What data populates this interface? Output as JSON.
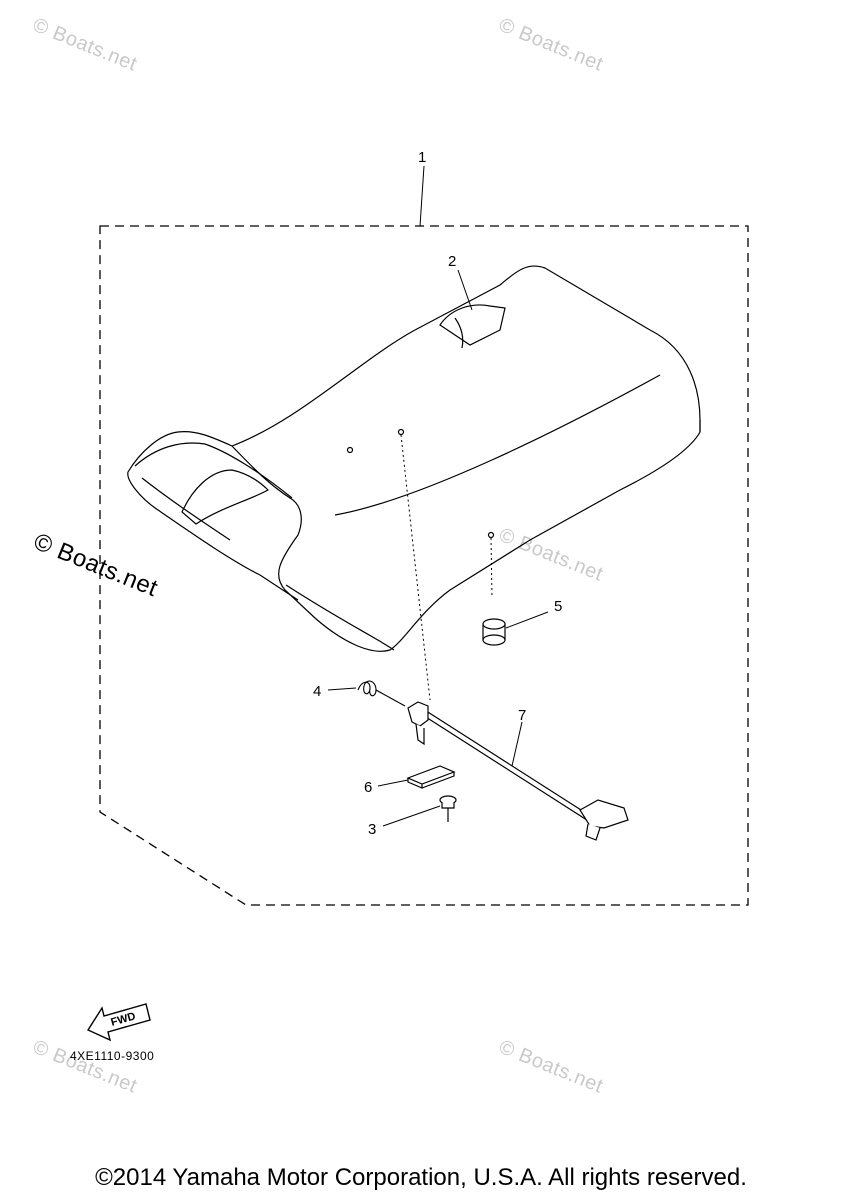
{
  "watermark": "© Boats.net",
  "callouts": {
    "c1": "1",
    "c2": "2",
    "c3": "3",
    "c4": "4",
    "c5": "5",
    "c6": "6",
    "c7": "7"
  },
  "fwd_label": "FWD",
  "part_code": "4XE1110-9300",
  "copyright": "©2014 Yamaha Motor Corporation, U.S.A. All rights reserved."
}
